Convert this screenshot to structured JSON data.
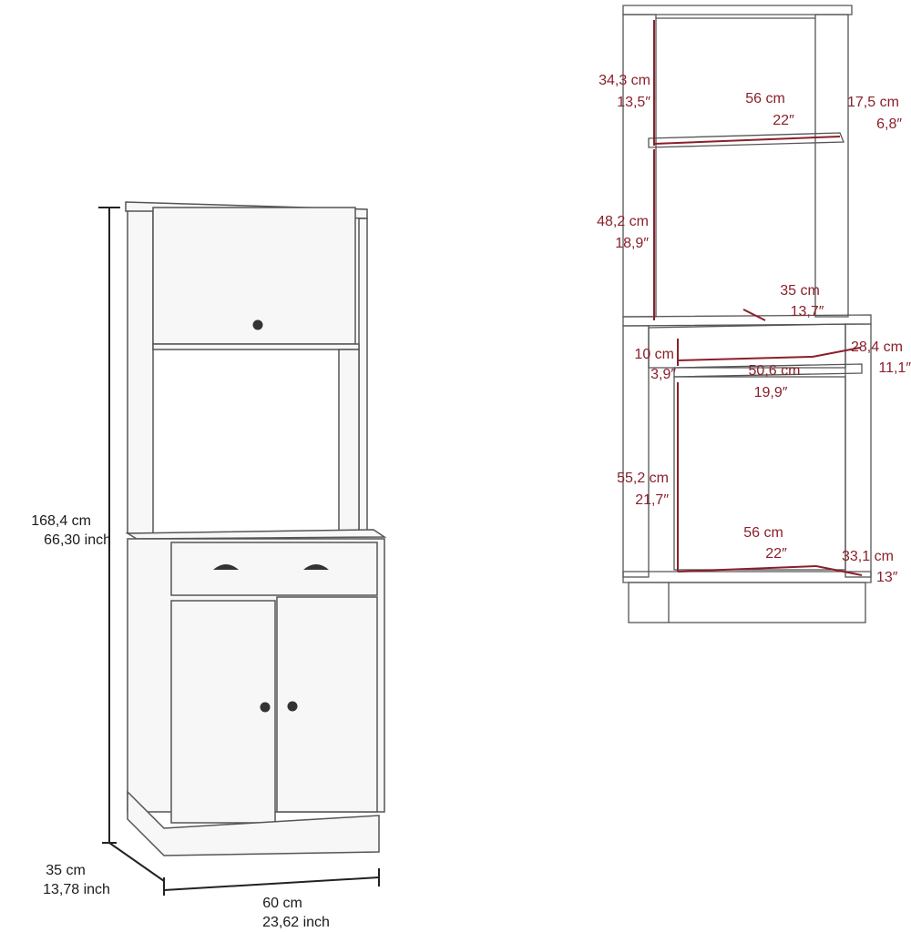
{
  "left_dims": {
    "height_cm": "168,4 cm",
    "height_inch": "66,30 inch",
    "depth_cm": "35 cm",
    "depth_inch": "13,78 inch",
    "width_cm": "60 cm",
    "width_inch": "23,62 inch"
  },
  "right_dims": {
    "top_gap_cm": "34,3 cm",
    "top_gap_in": "13,5″",
    "top_width_cm": "56 cm",
    "top_width_in": "22″",
    "top_depth_cm": "17,5 cm",
    "top_depth_in": "6,8″",
    "mid_gap_cm": "48,2 cm",
    "mid_gap_in": "18,9″",
    "counter_depth_cm": "35 cm",
    "counter_depth_in": "13,7″",
    "drawer_h_cm": "10 cm",
    "drawer_h_in": "3,9″",
    "drawer_w_cm": "50,6 cm",
    "drawer_w_in": "19,9″",
    "drawer_d_cm": "28,4 cm",
    "drawer_d_in": "11,1″",
    "cab_h_cm": "55,2 cm",
    "cab_h_in": "21,7″",
    "cab_w_cm": "56 cm",
    "cab_w_in": "22″",
    "cab_d_cm": "33,1 cm",
    "cab_d_in": "13″"
  },
  "colors": {
    "line": "#222222",
    "dim_red": "#8b1f2a",
    "panel": "#f7f7f7",
    "knob": "#333333"
  }
}
